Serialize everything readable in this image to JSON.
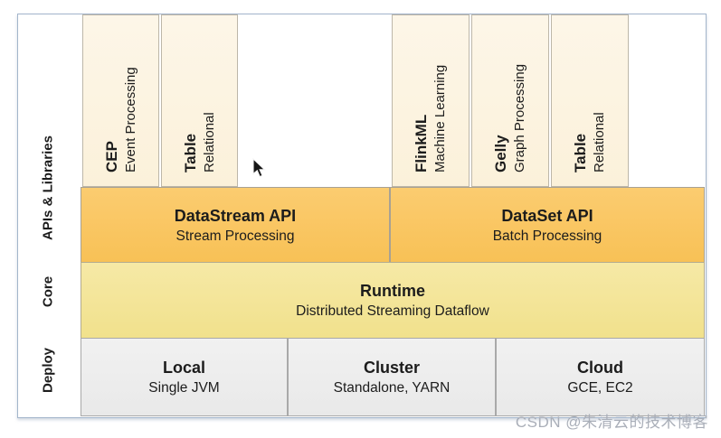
{
  "diagram": {
    "side_labels": [
      {
        "label": "APIs & Libraries"
      },
      {
        "label": "Core"
      },
      {
        "label": "Deploy"
      }
    ],
    "library_columns": [
      {
        "name": "CEP",
        "subtitle": "Event Processing"
      },
      {
        "name": "Table",
        "subtitle": "Relational"
      },
      {
        "name": "FlinkML",
        "subtitle": "Machine Learning"
      },
      {
        "name": "Gelly",
        "subtitle": "Graph Processing"
      },
      {
        "name": "Table",
        "subtitle": "Relational"
      }
    ],
    "api_layer": [
      {
        "name": "DataStream API",
        "subtitle": "Stream Processing"
      },
      {
        "name": "DataSet API",
        "subtitle": "Batch Processing"
      }
    ],
    "core_layer": {
      "name": "Runtime",
      "subtitle": "Distributed Streaming Dataflow"
    },
    "deploy_layer": [
      {
        "name": "Local",
        "subtitle": "Single JVM"
      },
      {
        "name": "Cluster",
        "subtitle": "Standalone, YARN"
      },
      {
        "name": "Cloud",
        "subtitle": "GCE, EC2"
      }
    ],
    "colors": {
      "library_bg": "#fcf3e1",
      "api_bg": "#f9c55e",
      "core_bg": "#f3e494",
      "deploy_bg": "#ededed",
      "frame_border": "#a3b5cb"
    },
    "icons": [
      "mouse-cursor-icon"
    ]
  },
  "watermark": "CSDN @朱清云的技术博客"
}
